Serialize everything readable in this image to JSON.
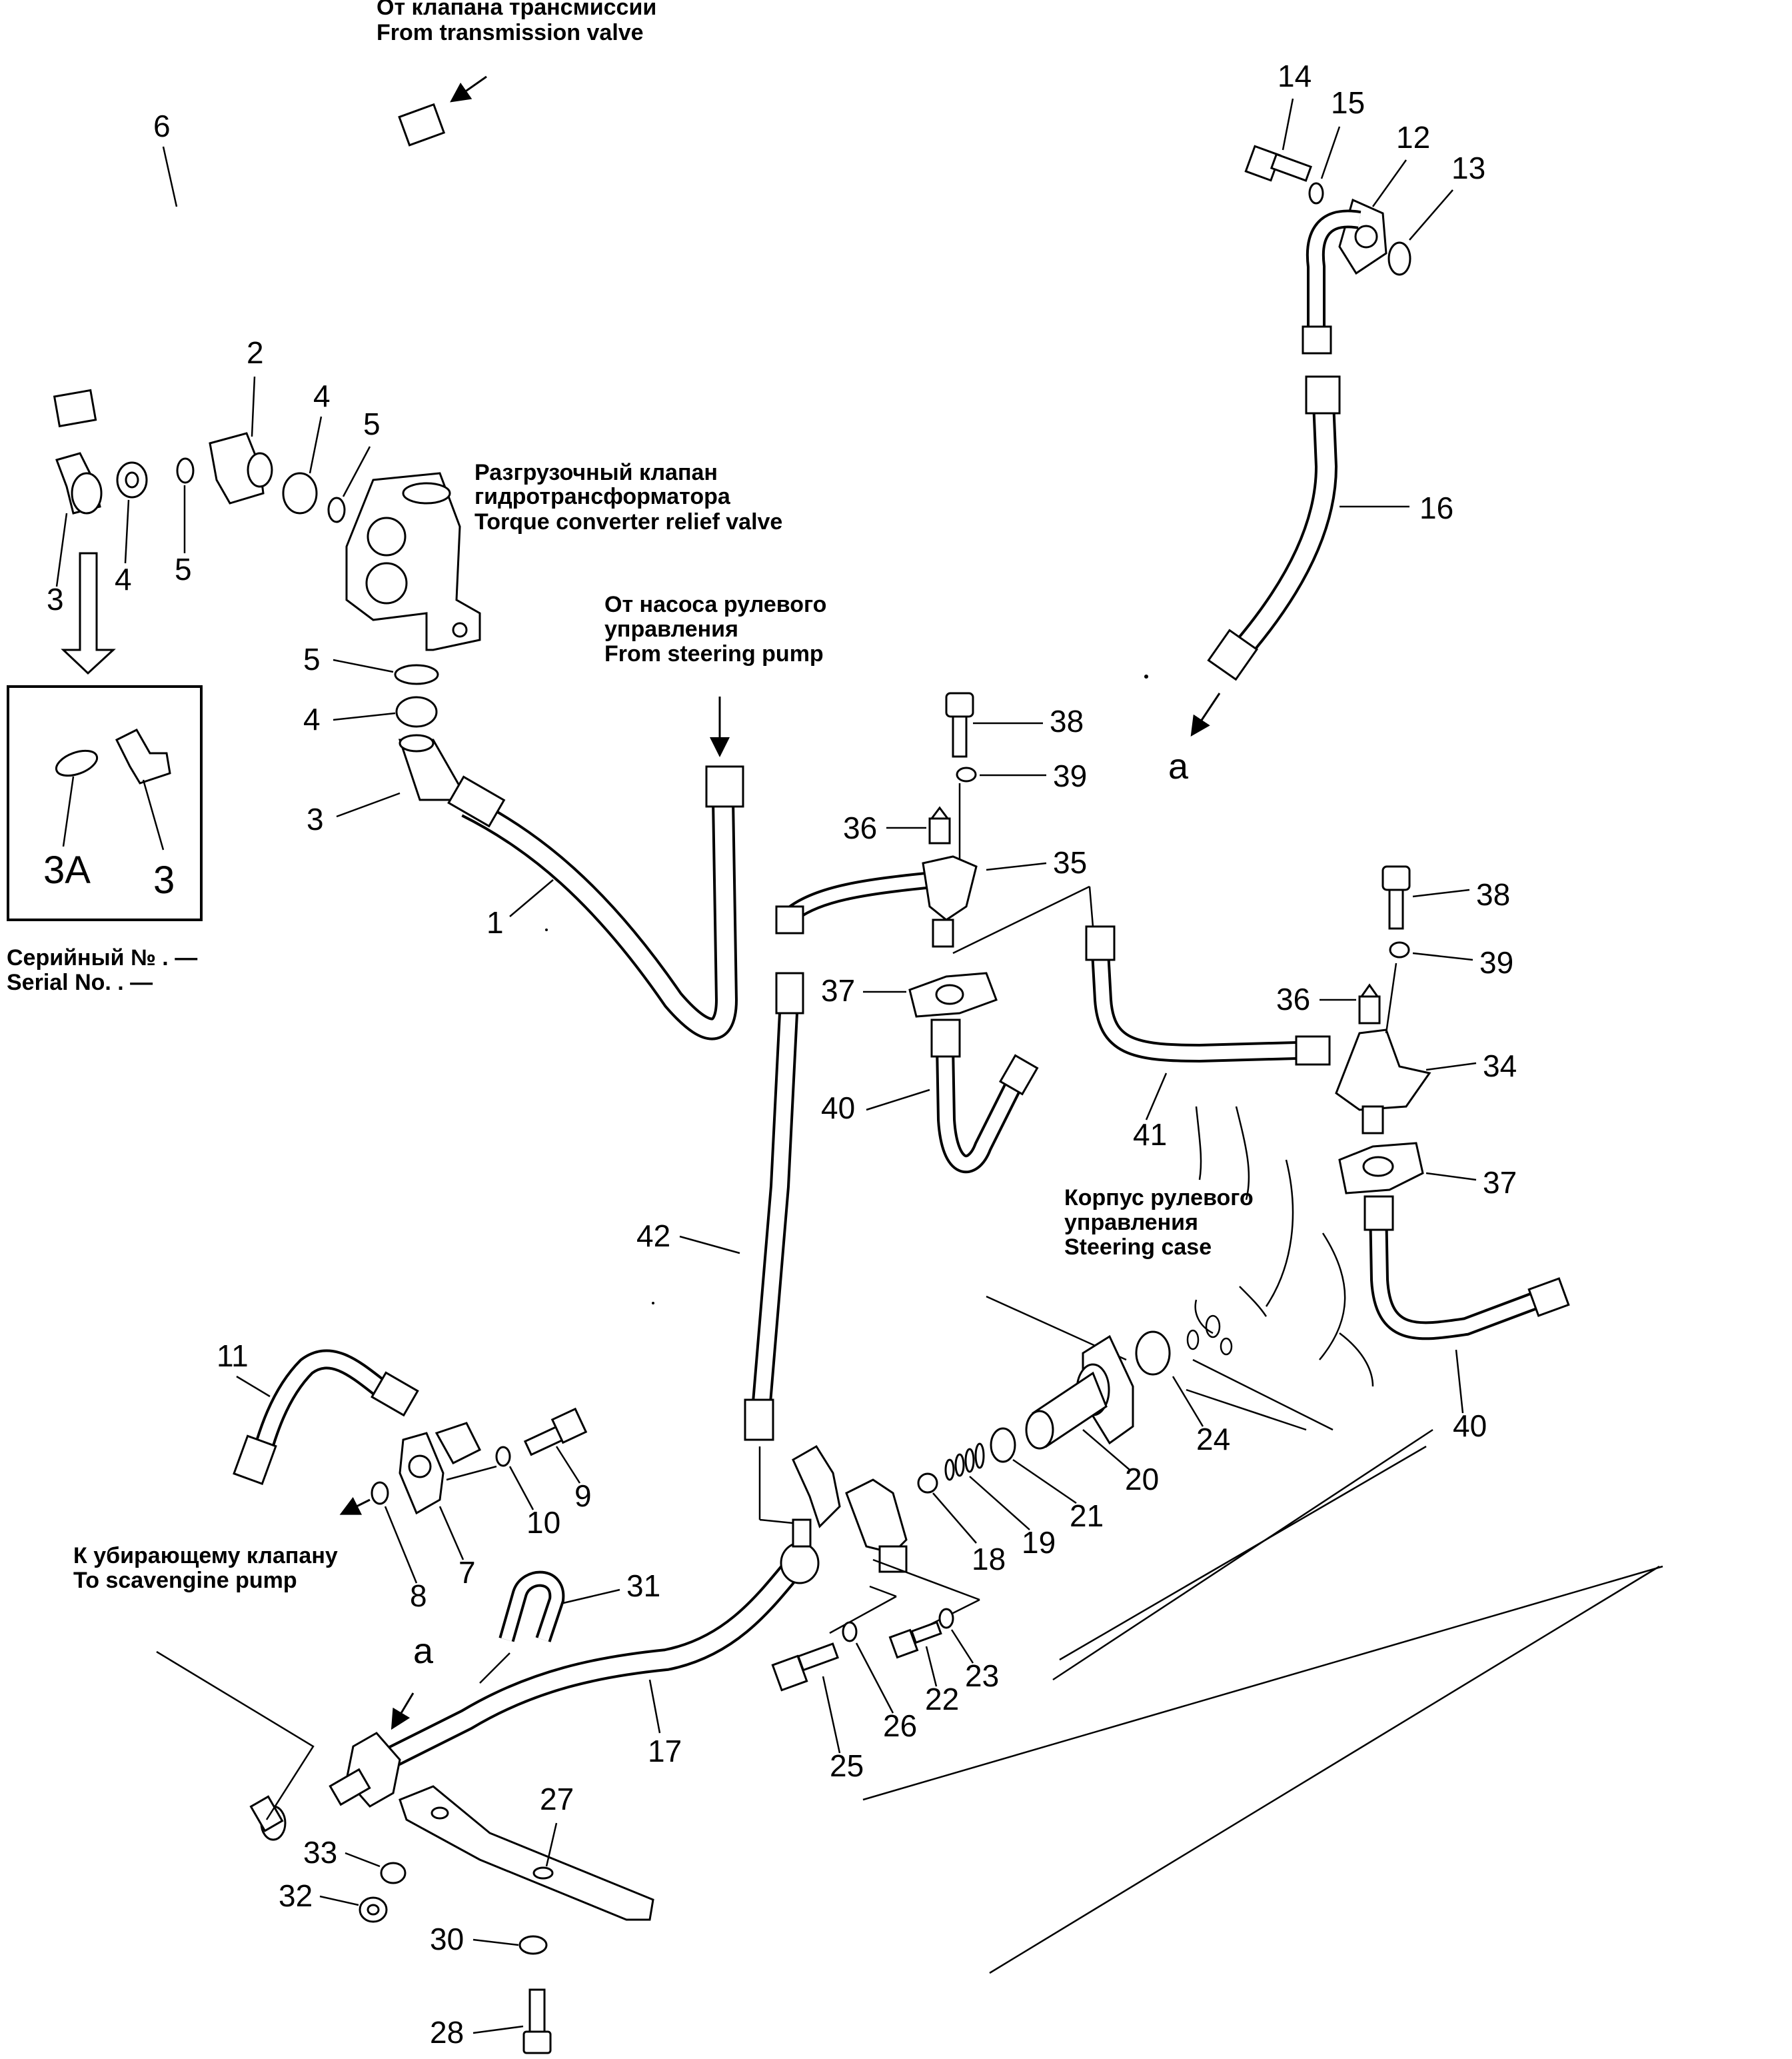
{
  "labels": {
    "from_transmission_ru": "От  клапана трансмиссии",
    "from_transmission_en": "From transmission valve",
    "relief_ru_1": "Разгрузочный клапан",
    "relief_ru_2": "гидротрансформатора",
    "relief_en": "Torque converter relief valve",
    "steering_pump_ru_1": "От насоса рулевого",
    "steering_pump_ru_2": "управления",
    "steering_pump_en": "From steering pump",
    "steering_case_ru_1": "Корпус рулевого",
    "steering_case_ru_2": "управления",
    "steering_case_en": "Steering case",
    "scavenge_ru": "К убирающему клапану",
    "scavenge_en": "To scavengine pump",
    "serial_ru": "Серийный №  . —",
    "serial_en": "Serial No.  . —",
    "ref_a": "a"
  },
  "callouts": {
    "n1": "1",
    "n2": "2",
    "n3": "3",
    "n3A": "3A",
    "n4": "4",
    "n5": "5",
    "n6": "6",
    "n7": "7",
    "n8": "8",
    "n9": "9",
    "n10": "10",
    "n11": "11",
    "n12": "12",
    "n13": "13",
    "n14": "14",
    "n15": "15",
    "n16": "16",
    "n17": "17",
    "n18": "18",
    "n19": "19",
    "n20": "20",
    "n21": "21",
    "n22": "22",
    "n23": "23",
    "n24": "24",
    "n25": "25",
    "n26": "26",
    "n27": "27",
    "n28": "28",
    "n30": "30",
    "n31": "31",
    "n32": "32",
    "n33": "33",
    "n34": "34",
    "n35": "35",
    "n36": "36",
    "n37": "37",
    "n38": "38",
    "n39": "39",
    "n40": "40",
    "n41": "41",
    "n42": "42"
  }
}
